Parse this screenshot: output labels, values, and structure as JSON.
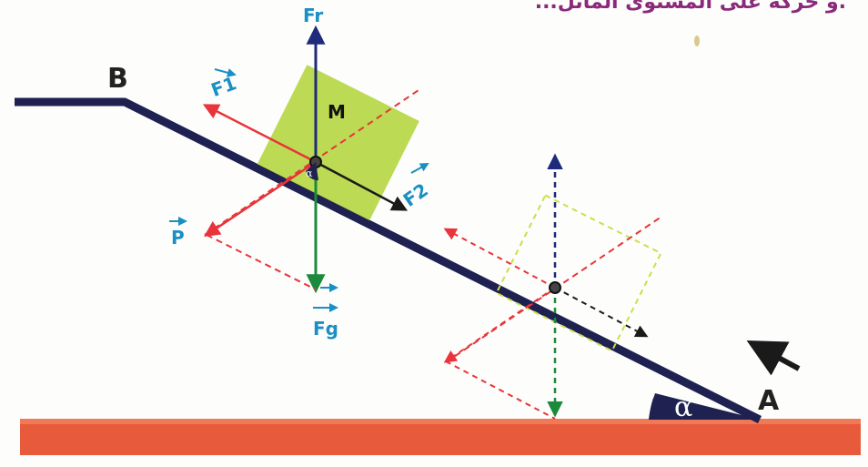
{
  "header_text": "...و حركة على المستوى المائل.",
  "points": {
    "top": "B",
    "bottom": "A"
  },
  "mass_label": "M",
  "angle_symbol": "α",
  "forces": {
    "reaction": "Fr",
    "component_1": "F1",
    "component_2": "F2",
    "weight": "P",
    "gravity": "Fg"
  },
  "colors": {
    "incline": "#1f2150",
    "ground": "#e85a3c",
    "block": "#b5d640",
    "force_red": "#e8343a",
    "force_blue": "#1e2a7a",
    "force_green": "#1b8a3a",
    "force_black": "#1a1a1a",
    "label_blue": "#1a8fc4"
  },
  "icons": {
    "motion_arrow": "arrow-up-left-icon",
    "vector_mark": "vector-arrow-icon"
  }
}
